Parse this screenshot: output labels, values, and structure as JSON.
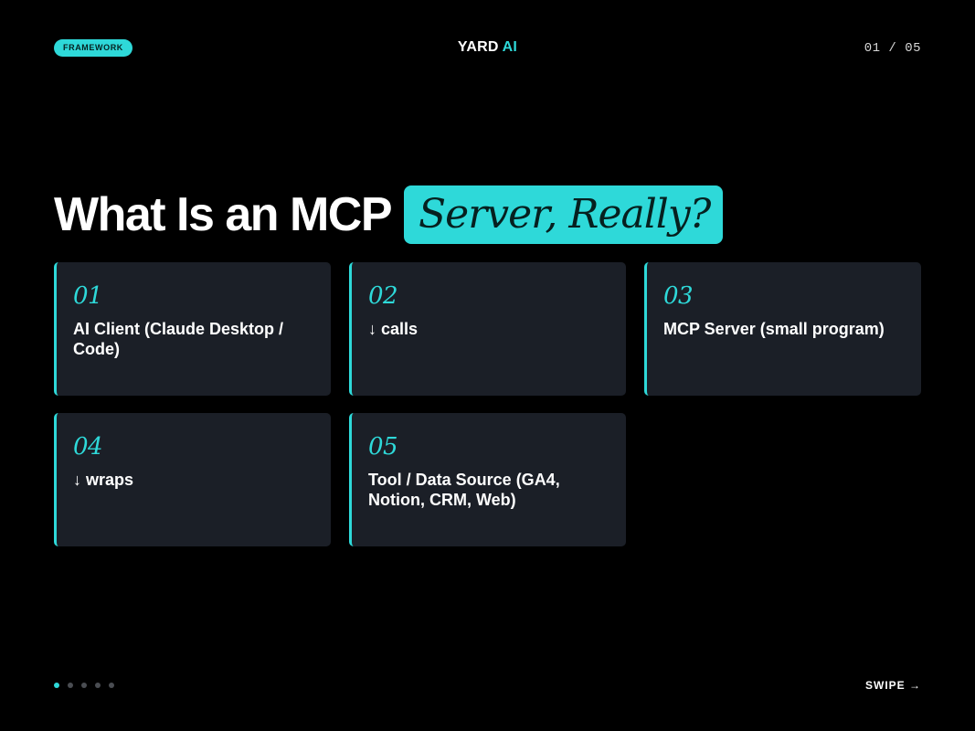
{
  "header": {
    "tag": "FRAMEWORK",
    "brand_main": "YARD",
    "brand_accent": "AI",
    "page_count": "01 / 05"
  },
  "title": {
    "plain": "What Is an MCP",
    "highlight": "Server, Really?"
  },
  "cards": [
    {
      "num": "01",
      "text": "AI Client (Claude Desktop / Code)"
    },
    {
      "num": "02",
      "text": "↓ calls"
    },
    {
      "num": "03",
      "text": "MCP Server (small program)"
    },
    {
      "num": "04",
      "text": "↓ wraps"
    },
    {
      "num": "05",
      "text": "Tool / Data Source (GA4, Notion, CRM, Web)"
    }
  ],
  "footer": {
    "dot_count": 5,
    "active_dot": 1,
    "swipe": "SWIPE →"
  },
  "colors": {
    "accent": "#2ed9d9",
    "background": "#000000",
    "card": "#1b1f27"
  }
}
